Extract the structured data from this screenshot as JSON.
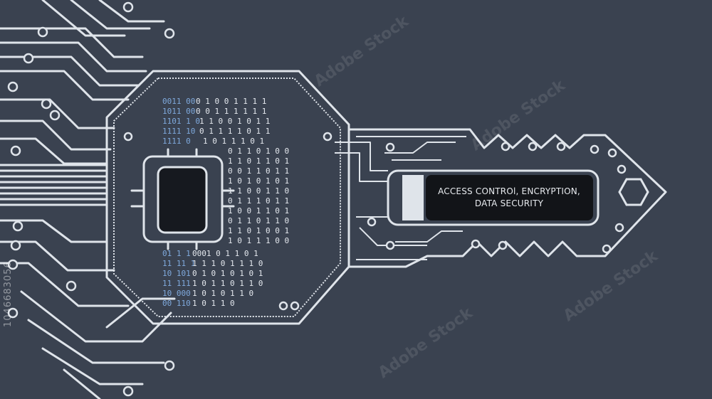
{
  "image": {
    "label_line_1": "ACCESS CONTROl, ENCRYPTION,",
    "label_line_2": "DATA SECURITY",
    "stock_id": "1046683056",
    "watermark": "Adobe Stock",
    "colors": {
      "background": "#3a4250",
      "circuit": "#dfe4ea",
      "binary_blue": "#7fa9dc",
      "binary_white": "#e4e8ee",
      "label_panel": "#121418"
    }
  }
}
